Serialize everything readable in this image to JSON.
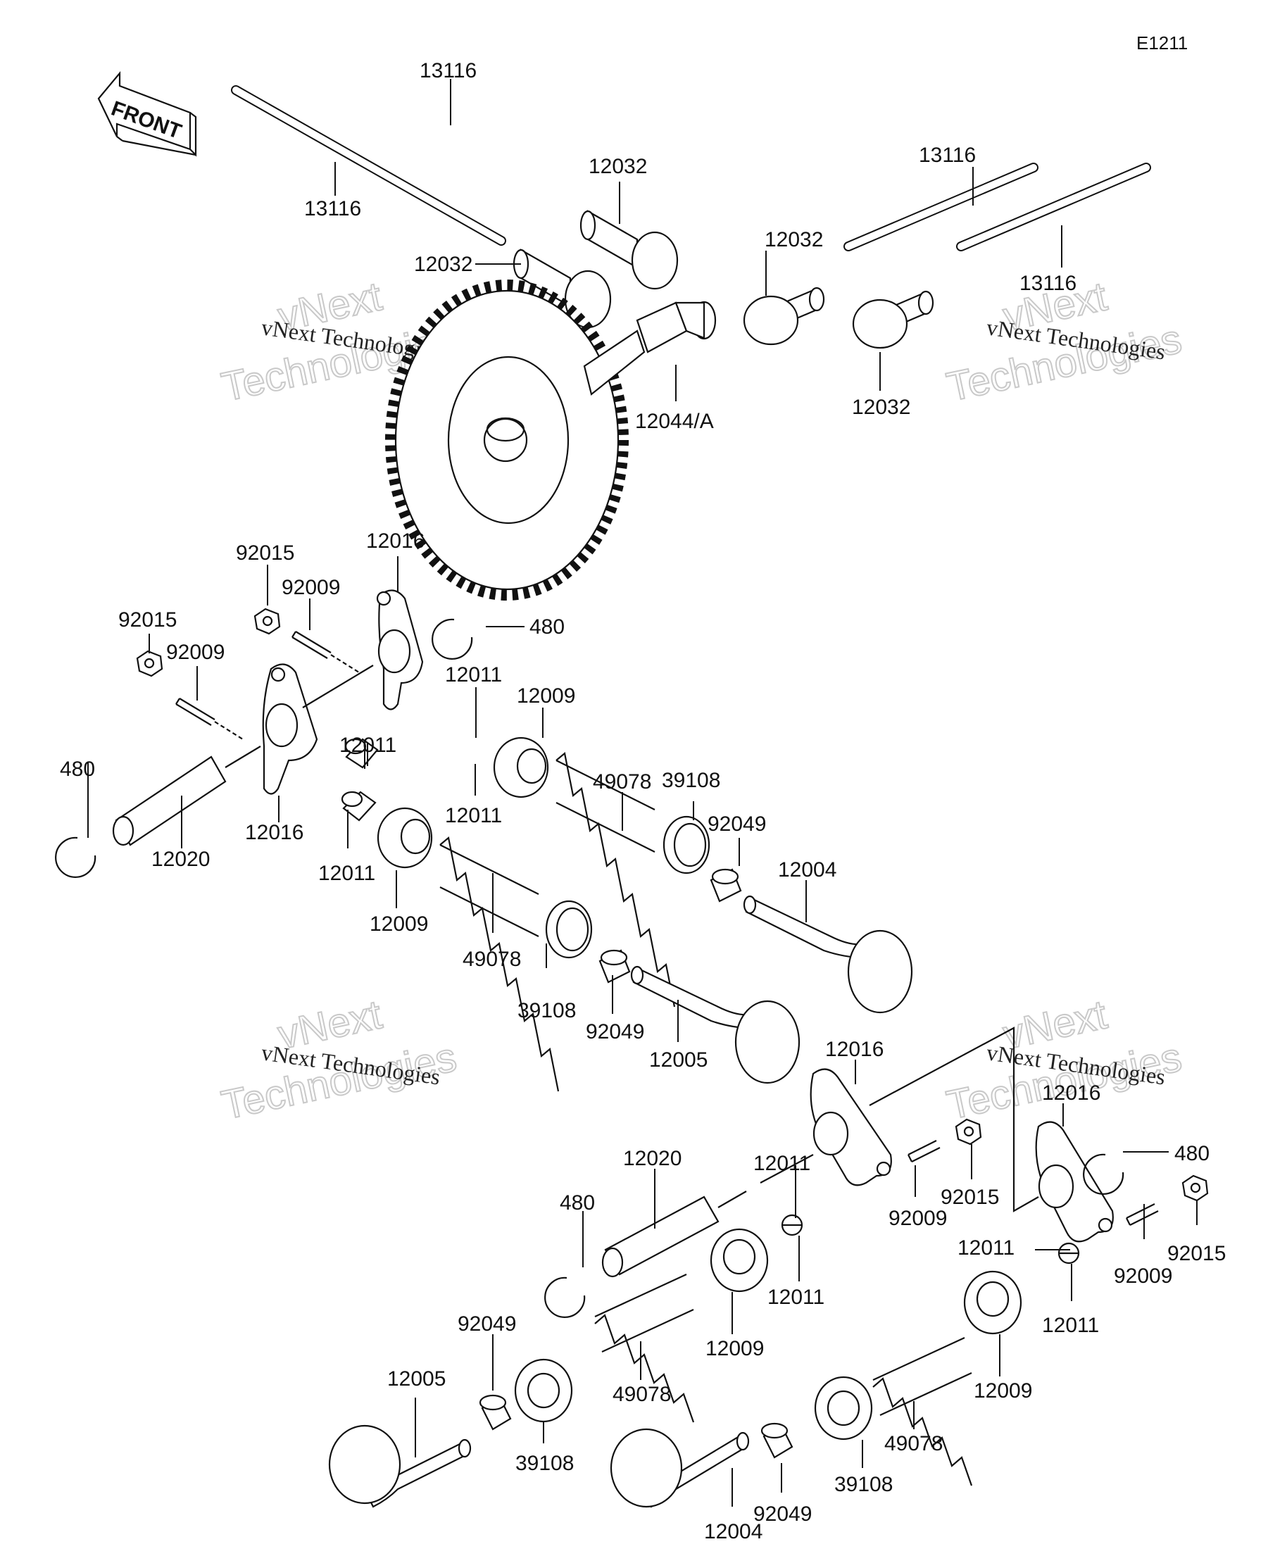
{
  "diagram_code": "E1211",
  "front_label": "FRONT",
  "watermark": {
    "brand_small": "vNext Technologies",
    "brand_outline_line1": "vNext",
    "brand_outline_line2": "Technologies"
  },
  "part_numbers": {
    "push_rod": "13116",
    "lifter": "12032",
    "camshaft": "12044/A",
    "rocker_arm": "12016",
    "nut": "92015",
    "adjust_screw": "92009",
    "circlip": "480",
    "collet": "12011",
    "retainer": "12009",
    "spring": "49078",
    "spring_seat": "39108",
    "stem_seal": "92049",
    "valve_in": "12004",
    "valve_ex": "12005",
    "rocker_shaft": "12020"
  }
}
